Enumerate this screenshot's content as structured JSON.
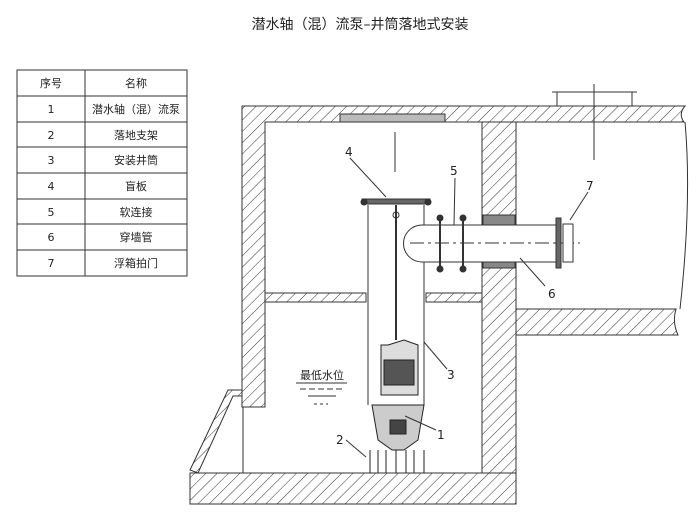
{
  "title": "潜水轴（混）流泵–井筒落地式安装",
  "table": {
    "headers": [
      "序号",
      "名称"
    ],
    "rows": [
      [
        "1",
        "潜水轴（混）流泵"
      ],
      [
        "2",
        "落地支架"
      ],
      [
        "3",
        "安装井筒"
      ],
      [
        "4",
        "盲板"
      ],
      [
        "5",
        "软连接"
      ],
      [
        "6",
        "穿墙管"
      ],
      [
        "7",
        "浮箱拍门"
      ]
    ]
  },
  "callouts": [
    "1",
    "2",
    "3",
    "4",
    "5",
    "6",
    "7"
  ],
  "water_level_label": "最低水位"
}
